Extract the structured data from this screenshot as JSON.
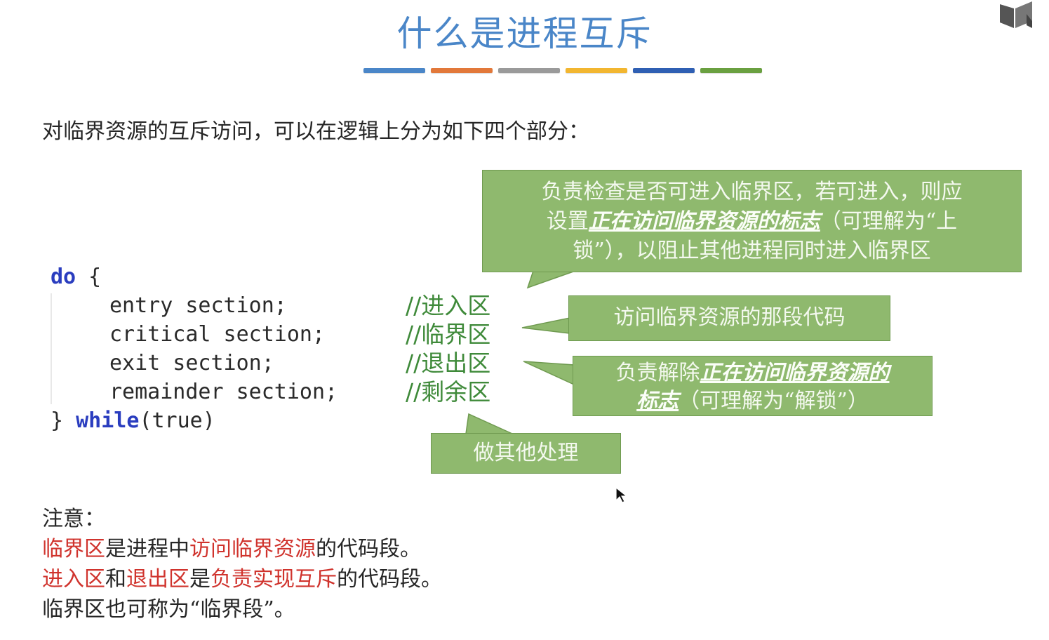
{
  "title": "什么是进程互斥",
  "title_bar_colors": [
    "#4a86c8",
    "#e2783a",
    "#9a9a9a",
    "#f2b630",
    "#2f5fb3",
    "#6aa040"
  ],
  "intro": "对临界资源的互斥访问，可以在逻辑上分为如下四个部分：",
  "code": {
    "do_kw": "do",
    "open_brace": " {",
    "lines": [
      "entry section;",
      "critical section;",
      "exit section;",
      "remainder section;"
    ],
    "close_brace": "} ",
    "while_kw": "while",
    "while_rest": "(true)"
  },
  "comments": [
    "//进入区",
    "//临界区",
    "//退出区",
    "//剩余区"
  ],
  "callouts": {
    "entry": {
      "line1": "负责检查是否可进入临界区，若可进入，则应",
      "line2_pre": "设置",
      "line2_em": "正在访问临界资源的标志",
      "line2_post": "（可理解为“上",
      "line3": "锁”），以阻止其他进程同时进入临界区"
    },
    "critical": {
      "text": "访问临界资源的那段代码"
    },
    "exit": {
      "pre": "负责解除",
      "em1": "正在访问临界资源的",
      "em2": "标志",
      "post": "（可理解为“解锁”）"
    },
    "remainder": {
      "text": "做其他处理"
    }
  },
  "note": {
    "heading": "注意：",
    "l1": [
      {
        "t": "临界区",
        "red": true
      },
      {
        "t": "是进程中",
        "red": false
      },
      {
        "t": "访问临界资源",
        "red": true
      },
      {
        "t": "的代码段。",
        "red": false
      }
    ],
    "l2": [
      {
        "t": "进入区",
        "red": true
      },
      {
        "t": "和",
        "red": false
      },
      {
        "t": "退出区",
        "red": true
      },
      {
        "t": "是",
        "red": false
      },
      {
        "t": "负责实现互斥",
        "red": true
      },
      {
        "t": "的代码段。",
        "red": false
      }
    ],
    "l3": "临界区也可称为“临界段”。"
  }
}
